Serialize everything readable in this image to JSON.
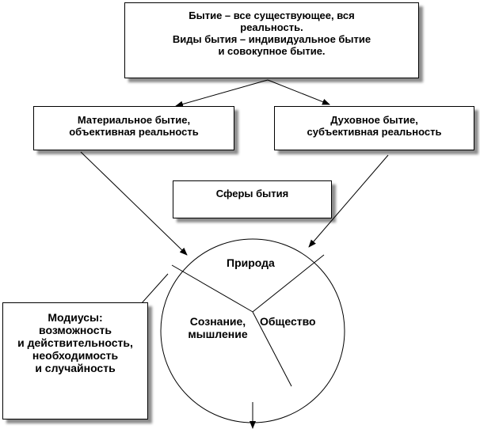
{
  "top_box": {
    "lines": [
      "Бытие – все существующее,  вся",
      "реальность.",
      "Виды бытия – индивидуальное  бытие",
      "и совокупное бытие."
    ]
  },
  "material_box": {
    "lines": [
      "Материальное бытие,",
      "объективная реальность"
    ]
  },
  "spiritual_box": {
    "lines": [
      "Духовное бытие,",
      "субъективная реальность"
    ]
  },
  "spheres_box": {
    "label": "Сферы бытия"
  },
  "circle": {
    "sectors": {
      "nature": "Природа",
      "consciousness": [
        "Сознание,",
        "мышление"
      ],
      "society": "Общество"
    }
  },
  "modi_box": {
    "lines": [
      "Модиусы:",
      "возможность",
      "и действительность,",
      "необходимость",
      "и случайность"
    ]
  }
}
